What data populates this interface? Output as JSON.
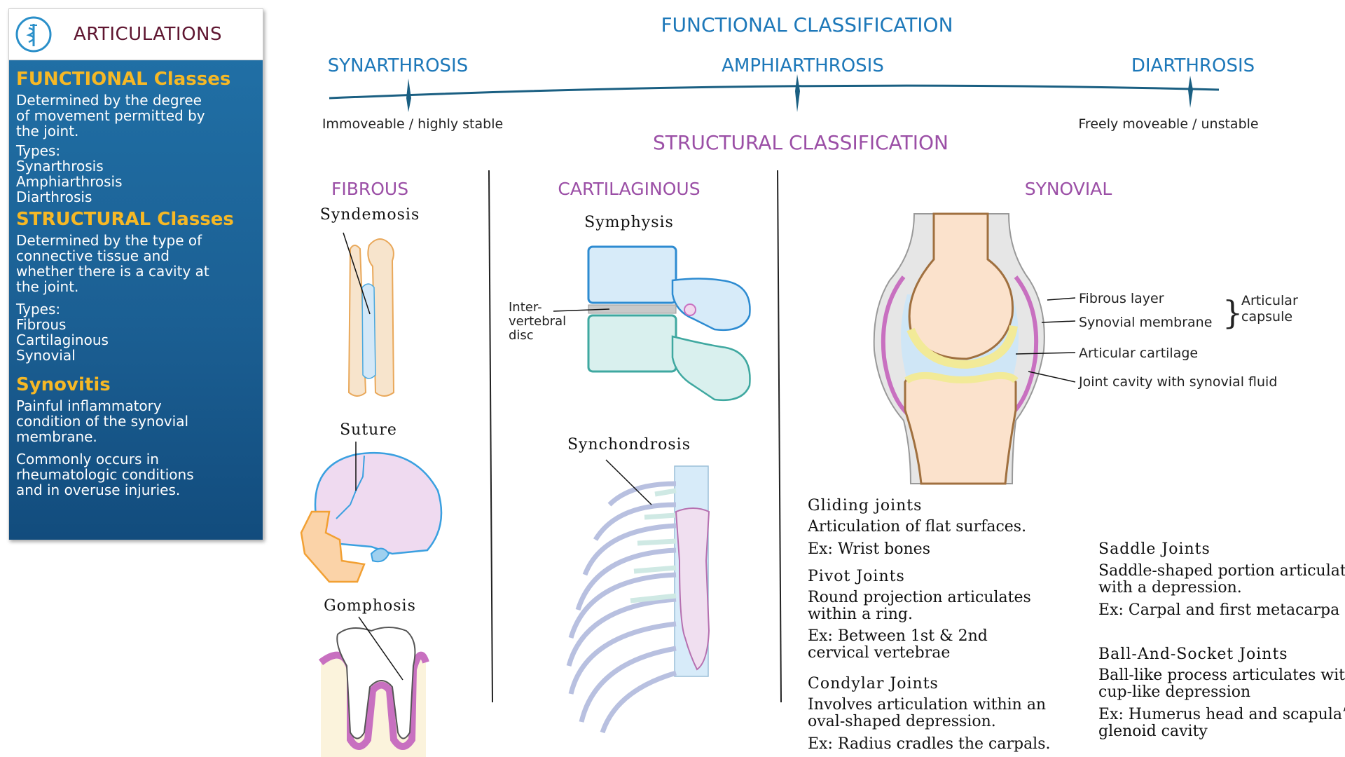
{
  "sidebar": {
    "title": "ARTICULATIONS",
    "functional_heading": "FUNCTIONAL Classes",
    "functional_desc_lines": [
      "Determined by the degree",
      "of movement permitted by",
      "the joint."
    ],
    "functional_types_label": "Types:",
    "functional_types": [
      "Synarthrosis",
      "Amphiarthrosis",
      "Diarthrosis"
    ],
    "structural_heading": "STRUCTURAL Classes",
    "structural_desc_lines": [
      "Determined by the type of",
      "connective tissue and",
      "whether there is a cavity at",
      "the joint."
    ],
    "structural_types_label": "Types:",
    "structural_types": [
      "Fibrous",
      "Cartilaginous",
      "Synovial"
    ],
    "synovitis_heading": "Synovitis",
    "synovitis_desc_lines": [
      "Painful inflammatory",
      "condition of the synovial",
      "membrane."
    ],
    "synovitis_note_lines": [
      "Commonly occurs in",
      "rheumatologic conditions",
      "and in overuse injuries."
    ]
  },
  "functional": {
    "title": "FUNCTIONAL CLASSIFICATION",
    "synarthrosis": "SYNARTHROSIS",
    "amphiarthrosis": "AMPHIARTHROSIS",
    "diarthrosis": "DIARTHROSIS",
    "left_note": "Immoveable / highly stable",
    "right_note": "Freely moveable / unstable"
  },
  "structural": {
    "title": "STRUCTURAL CLASSIFICATION",
    "fibrous": {
      "title": "FIBROUS",
      "syndemosis": "Syndemosis",
      "suture": "Suture",
      "gomphosis": "Gomphosis"
    },
    "cartilaginous": {
      "title": "CARTILAGINOUS",
      "symphysis": "Symphysis",
      "disc_label_lines": [
        "Inter-",
        "vertebral",
        "disc"
      ],
      "synchondrosis": "Synchondrosis"
    },
    "synovial": {
      "title": "SYNOVIAL",
      "fibrous_layer": "Fibrous layer",
      "synovial_membrane": "Synovial membrane",
      "capsule_lines": [
        "Articular",
        "capsule"
      ],
      "articular_cartilage": "Articular cartilage",
      "joint_cavity": "Joint cavity with synovial fluid"
    }
  },
  "joints_left": [
    {
      "title": "Gliding joints",
      "desc_lines": [
        "Articulation of flat surfaces."
      ],
      "example_lines": [
        "Ex: Wrist bones"
      ]
    },
    {
      "title": "Pivot Joints",
      "desc_lines": [
        "Round projection articulates",
        "within a ring."
      ],
      "example_lines": [
        "Ex: Between 1st & 2nd",
        "cervical vertebrae"
      ]
    },
    {
      "title": "Condylar Joints",
      "desc_lines": [
        "Involves articulation within an",
        "oval-shaped depression."
      ],
      "example_lines": [
        "Ex: Radius cradles the carpals."
      ]
    }
  ],
  "joints_right": [
    {
      "title": "Saddle Joints",
      "desc_lines": [
        "Saddle-shaped portion articulates",
        "with a depression."
      ],
      "example_lines": [
        "Ex: Carpal and first metacarpa"
      ]
    },
    {
      "title": "Ball-And-Socket Joints",
      "desc_lines": [
        "Ball-like process articulates with a",
        "cup-like depression"
      ],
      "example_lines": [
        "Ex: Humerus head and scapula’s",
        "glenoid cavity"
      ]
    }
  ],
  "colors": {
    "functional_blue": "#1d78b9",
    "structural_purple": "#9b4fa6",
    "sidebar_bg": "#1b5f93",
    "sidebar_heading": "#f6b825",
    "sidebar_title": "#5e1530"
  }
}
